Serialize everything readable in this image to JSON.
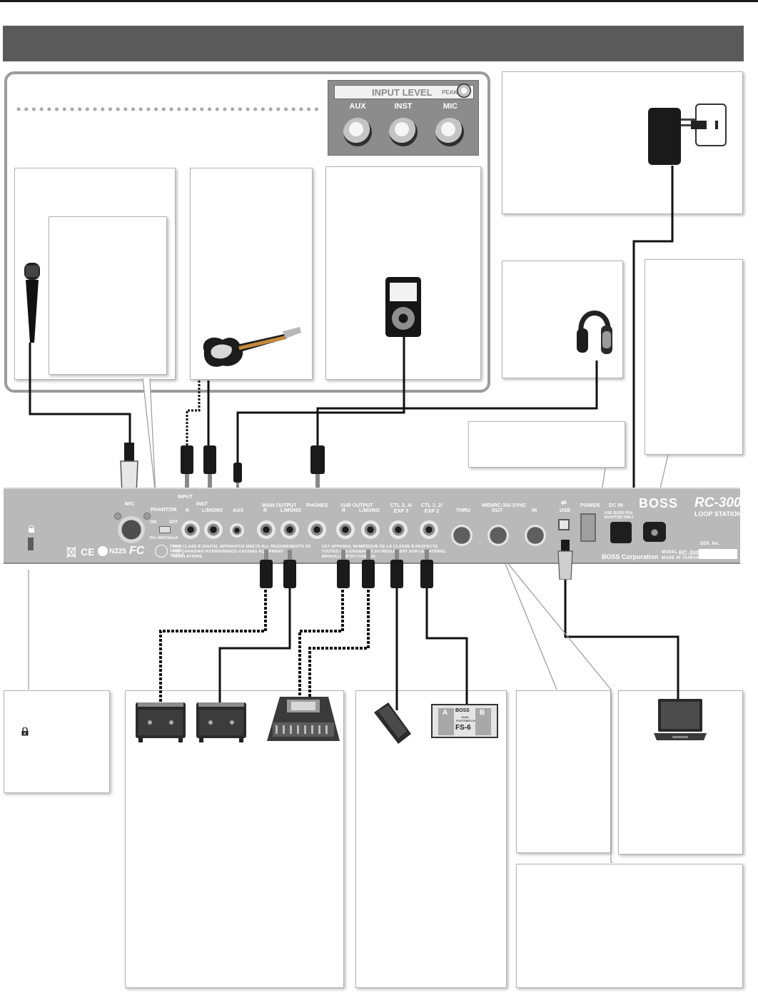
{
  "device": {
    "brand": "BOSS",
    "model": "RC-300",
    "subtitle": "LOOP STATION",
    "maker": "BOSS Corporation",
    "made_in": "MADE IN TAIWAN",
    "model_label": "MODEL",
    "serial_label": "SER. No.",
    "mic_label": "MIC",
    "phantom_label": "PHANTOM",
    "phantom_on": "ON",
    "phantom_off": "OFF",
    "phantom_spec": "DC+48V/10mA",
    "xlr_pins": "2:HOT 1:GND 3:COLD",
    "input_label": "INPUT",
    "inst_label": "INST",
    "inst_r": "R",
    "inst_l": "L/MONO",
    "aux_label": "AUX",
    "main_output_label": "MAIN OUTPUT",
    "main_r": "R",
    "main_l": "L/MONO",
    "phones_label": "PHONES",
    "sub_output_label": "SUB OUTPUT",
    "sub_r": "R",
    "sub_l": "L/MONO",
    "ctl34_label": "CTL 3, 4/ EXP 3",
    "ctl12_label": "CTL 1, 2/ EXP 2",
    "midi_label": "MIDI/RC-300 SYNC",
    "midi_thru": "THRU",
    "midi_out": "OUT",
    "midi_in": "IN",
    "usb_label": "USB",
    "power_label": "POWER",
    "dcin_label": "DC IN",
    "adaptor_note": "USE BOSS PSA ADAPTOR ONLY",
    "fcc_text_1": "THIS CLASS B DIGITAL APPARATUS MEETS ALL REQUIREMENTS OF THE CANADIAN INTERFERENCE-CAUSING EQUIPMENT REGULATIONS.",
    "fcc_text_2": "CET APPAREIL NUMÉRIQUE DE LA CLASSE B RESPECTE TOUTES LES EXIGENCES DU RÈGLEMENT SUR LE MATÉRIEL BROUILLEUR DU CANADA.",
    "cert_n": "N225",
    "cert_ce": "CE",
    "cert_fc": "FC"
  },
  "input_level": {
    "title": "INPUT LEVEL",
    "peak": "PEAK",
    "knobs": [
      "AUX",
      "INST",
      "MIC"
    ]
  },
  "pedal_brand": {
    "name": "BOSS",
    "model": "FS-6",
    "a": "A",
    "b": "B",
    "sub": "DUAL FOOTSWITCH"
  },
  "colors": {
    "header_bar": "#5a5a5a",
    "device_panel": "#b9b9b9",
    "cable": "#111111",
    "group_border": "#9b9b9b"
  }
}
